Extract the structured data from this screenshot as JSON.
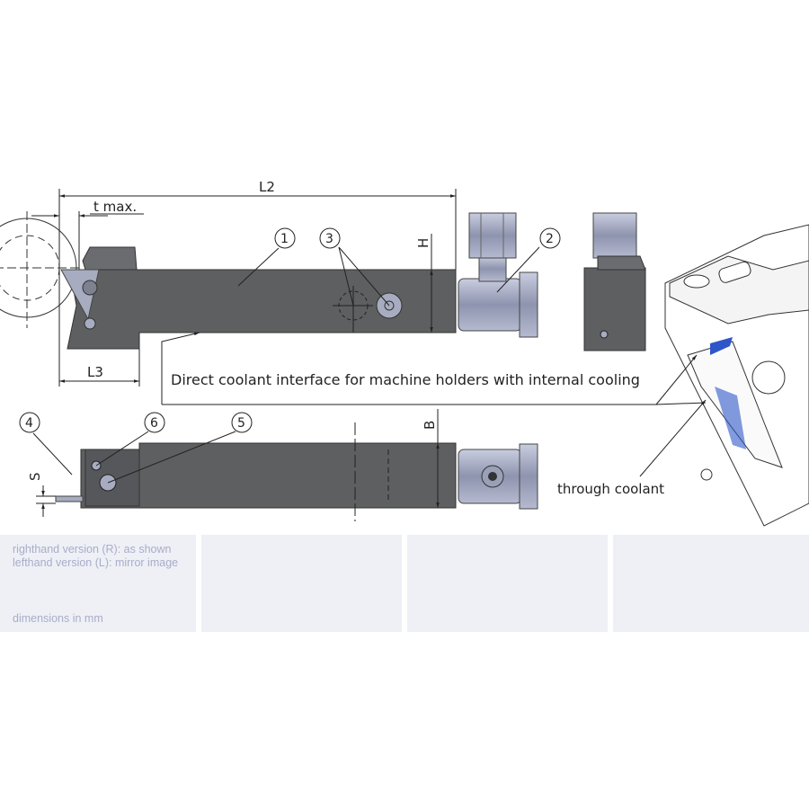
{
  "dimensions": {
    "L2": "L2",
    "t_max": "t max.",
    "L3": "L3",
    "H": "H",
    "B": "B",
    "S": "S"
  },
  "callouts": [
    "1",
    "2",
    "3",
    "4",
    "5",
    "6"
  ],
  "annotations": {
    "coolant_interface": "Direct coolant interface for machine holders with internal cooling",
    "through_coolant": "through coolant"
  },
  "notes": {
    "line1": "righthand version (R): as shown",
    "line2": "lefthand version (L): mirror image",
    "line3": "dimensions in mm"
  },
  "colors": {
    "body": "#5d5f61",
    "insert": "#a7acc0",
    "coupling": "#9aa0b8",
    "panel": "#eef0f6",
    "note_text": "#a9adc8",
    "coolant": "#2e56c8"
  }
}
